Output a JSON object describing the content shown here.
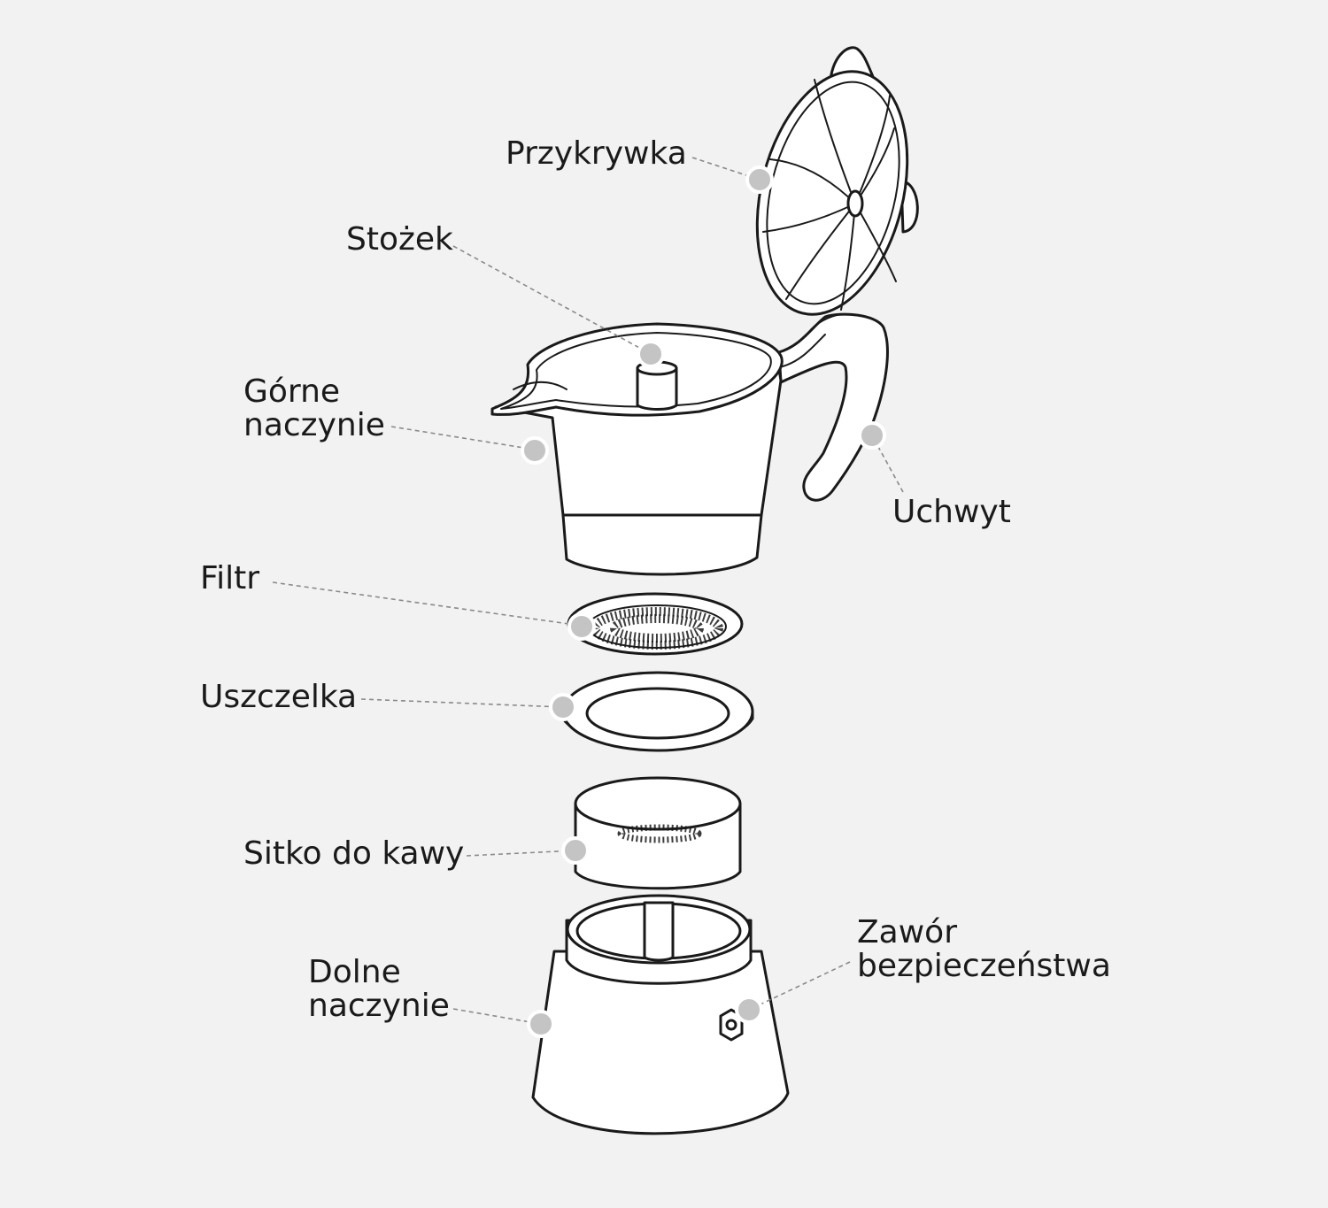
{
  "diagram": {
    "labels": {
      "przykrywka": [
        "Przykrywka"
      ],
      "stozek": [
        "Stożek"
      ],
      "gorne_naczynie": [
        "Górne",
        "naczynie"
      ],
      "uchwyt": [
        "Uchwyt"
      ],
      "filtr": [
        "Filtr"
      ],
      "uszczelka": [
        "Uszczelka"
      ],
      "sitko": [
        "Sitko do kawy"
      ],
      "dolne_naczynie": [
        "Dolne",
        "naczynie"
      ],
      "zawor": [
        "Zawór",
        "bezpieczeństwa"
      ]
    },
    "colors": {
      "background": "#f2f2f2",
      "outline": "#1a1a1a",
      "part_fill": "#ffffff",
      "leader": "#8a8a8a",
      "marker": "#c4c4c4",
      "label_text": "#1a1a1a"
    }
  }
}
